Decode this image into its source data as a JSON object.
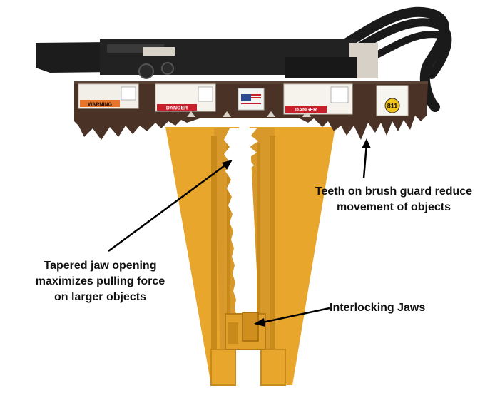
{
  "image": {
    "subject": "Tree puller attachment with brush guard and interlocking jaws"
  },
  "labels": {
    "warning_decal": "WARNING",
    "danger_decal_left": "DANGER",
    "danger_decal_right": "DANGER",
    "dig_decal": "811"
  },
  "callouts": {
    "teeth": {
      "line1": "Teeth on brush guard reduce",
      "line2": "movement of objects"
    },
    "tapered": {
      "line1": "Tapered jaw opening",
      "line2": "maximizes pulling force",
      "line3": "on larger objects"
    },
    "jaws": {
      "line1": "Interlocking Jaws"
    }
  },
  "colors": {
    "jaw_yellow": "#e8a62c",
    "jaw_shadow": "#c98a1c",
    "guard_brown": "#4a3326",
    "frame_black": "#1c1c1c",
    "danger_red": "#c8202a",
    "warning_orange": "#e8742a"
  }
}
